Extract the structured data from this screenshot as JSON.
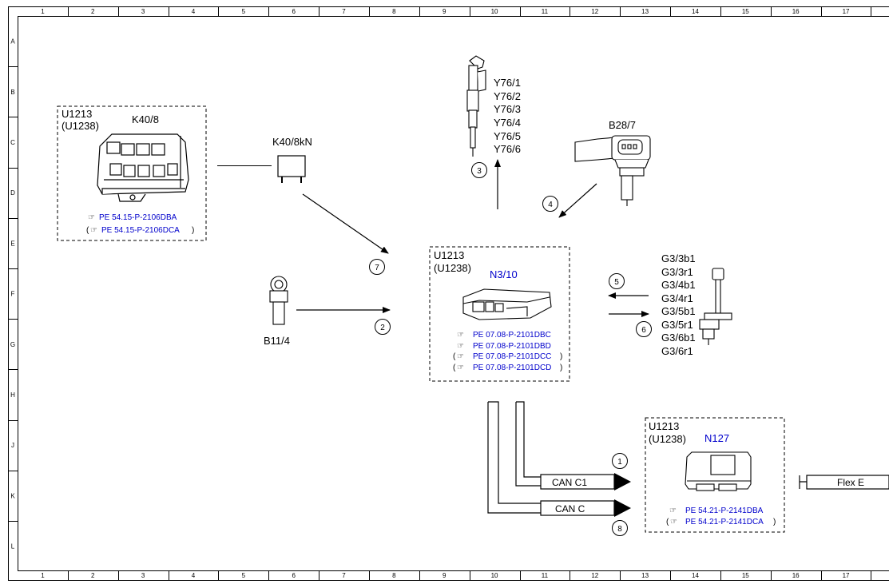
{
  "grid": {
    "cols": [
      "1",
      "2",
      "3",
      "4",
      "5",
      "6",
      "7",
      "8",
      "9",
      "10",
      "11",
      "12",
      "13",
      "14",
      "15",
      "16",
      "17"
    ],
    "rows": [
      "A",
      "B",
      "C",
      "D",
      "E",
      "F",
      "G",
      "H",
      "J",
      "K",
      "L"
    ]
  },
  "components": {
    "k40_8": {
      "variant1": "U1213",
      "variant2": "(U1238)",
      "code": "K40/8",
      "refs": [
        {
          "open": "",
          "text": "PE 54.15-P-2106DBA",
          "close": ""
        },
        {
          "open": "(",
          "text": "PE 54.15-P-2106DCA",
          "close": " )"
        }
      ]
    },
    "k40_8kn": {
      "code": "K40/8kN"
    },
    "injectors": {
      "codes": [
        "Y76/1",
        "Y76/2",
        "Y76/3",
        "Y76/4",
        "Y76/5",
        "Y76/6"
      ]
    },
    "b28_7": {
      "code": "B28/7"
    },
    "b11_4": {
      "code": "B11/4"
    },
    "n3_10": {
      "variant1": "U1213",
      "variant2": "(U1238)",
      "code": "N3/10",
      "refs": [
        {
          "open": "",
          "text": "PE 07.08-P-2101DBC",
          "close": ""
        },
        {
          "open": "",
          "text": "PE 07.08-P-2101DBD",
          "close": ""
        },
        {
          "open": "(",
          "text": "PE 07.08-P-2101DCC",
          "close": " )"
        },
        {
          "open": "(",
          "text": "PE 07.08-P-2101DCD",
          "close": " )"
        }
      ]
    },
    "o2_sensors": {
      "codes": [
        "G3/3b1",
        "G3/3r1",
        "G3/4b1",
        "G3/4r1",
        "G3/5b1",
        "G3/5r1",
        "G3/6b1",
        "G3/6r1"
      ]
    },
    "n127": {
      "variant1": "U1213",
      "variant2": "(U1238)",
      "code": "N127",
      "refs": [
        {
          "open": "",
          "text": "PE 54.21-P-2141DBA",
          "close": ""
        },
        {
          "open": "(",
          "text": "PE 54.21-P-2141DCA",
          "close": " )"
        }
      ]
    }
  },
  "signals": {
    "s1": "1",
    "s2": "2",
    "s3": "3",
    "s4": "4",
    "s5": "5",
    "s6": "6",
    "s7": "7",
    "s8": "8"
  },
  "buses": {
    "can_c1": "CAN C1",
    "can_c": "CAN C",
    "flex_e": "Flex E"
  }
}
